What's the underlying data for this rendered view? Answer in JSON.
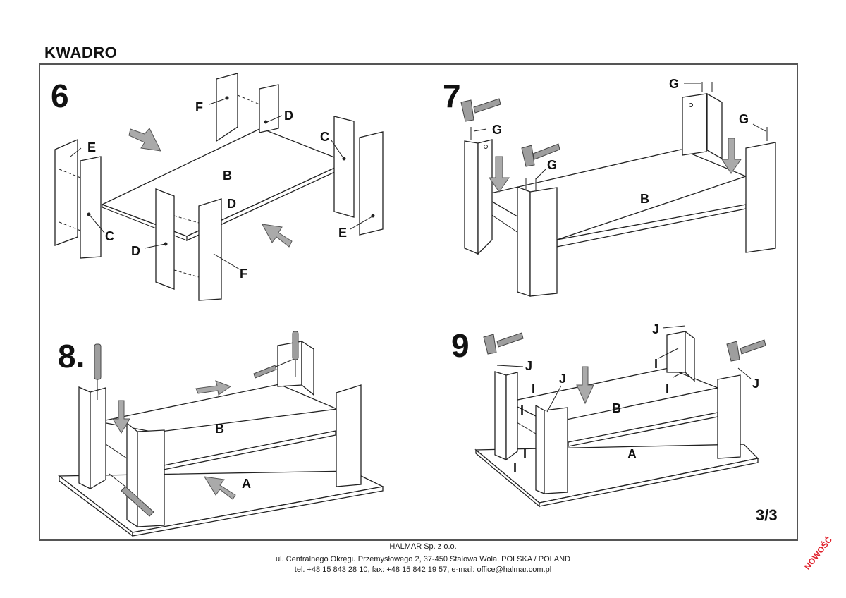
{
  "document": {
    "title": "KWADRO",
    "page_indicator": "3/3",
    "badge": "NOWOŚĆ",
    "badge_color": "#e0202a"
  },
  "steps": [
    {
      "number": "6",
      "labels": {
        "panel_b": "B",
        "e_top": "E",
        "f_top": "F",
        "d_top": "D",
        "c_right": "C",
        "c_left": "C",
        "d_mid": "D",
        "d_left": "D",
        "e_right": "E",
        "f_front": "F"
      }
    },
    {
      "number": "7",
      "labels": {
        "panel_b": "B",
        "g_left": "G",
        "g_front": "G",
        "g_back": "G",
        "g_right": "G"
      }
    },
    {
      "number": "8.",
      "labels": {
        "panel_b": "B",
        "panel_a": "A"
      }
    },
    {
      "number": "9",
      "labels": {
        "panel_b": "B",
        "panel_a": "A",
        "j_left": "J",
        "j_front": "J",
        "j_back": "J",
        "j_right": "J",
        "i_1": "I",
        "i_2": "I",
        "i_3": "I",
        "i_4": "I",
        "i_5": "I",
        "i_6": "I"
      }
    }
  ],
  "footer": {
    "company": "HALMAR Sp. z o.o.",
    "address": "ul. Centralnego Okręgu Przemysłowego 2, 37-450 Stalowa Wola, POLSKA / POLAND",
    "contact": "tel. +48 15 843 28 10, fax: +48 15 842 19 57, e-mail: office@halmar.com.pl"
  }
}
